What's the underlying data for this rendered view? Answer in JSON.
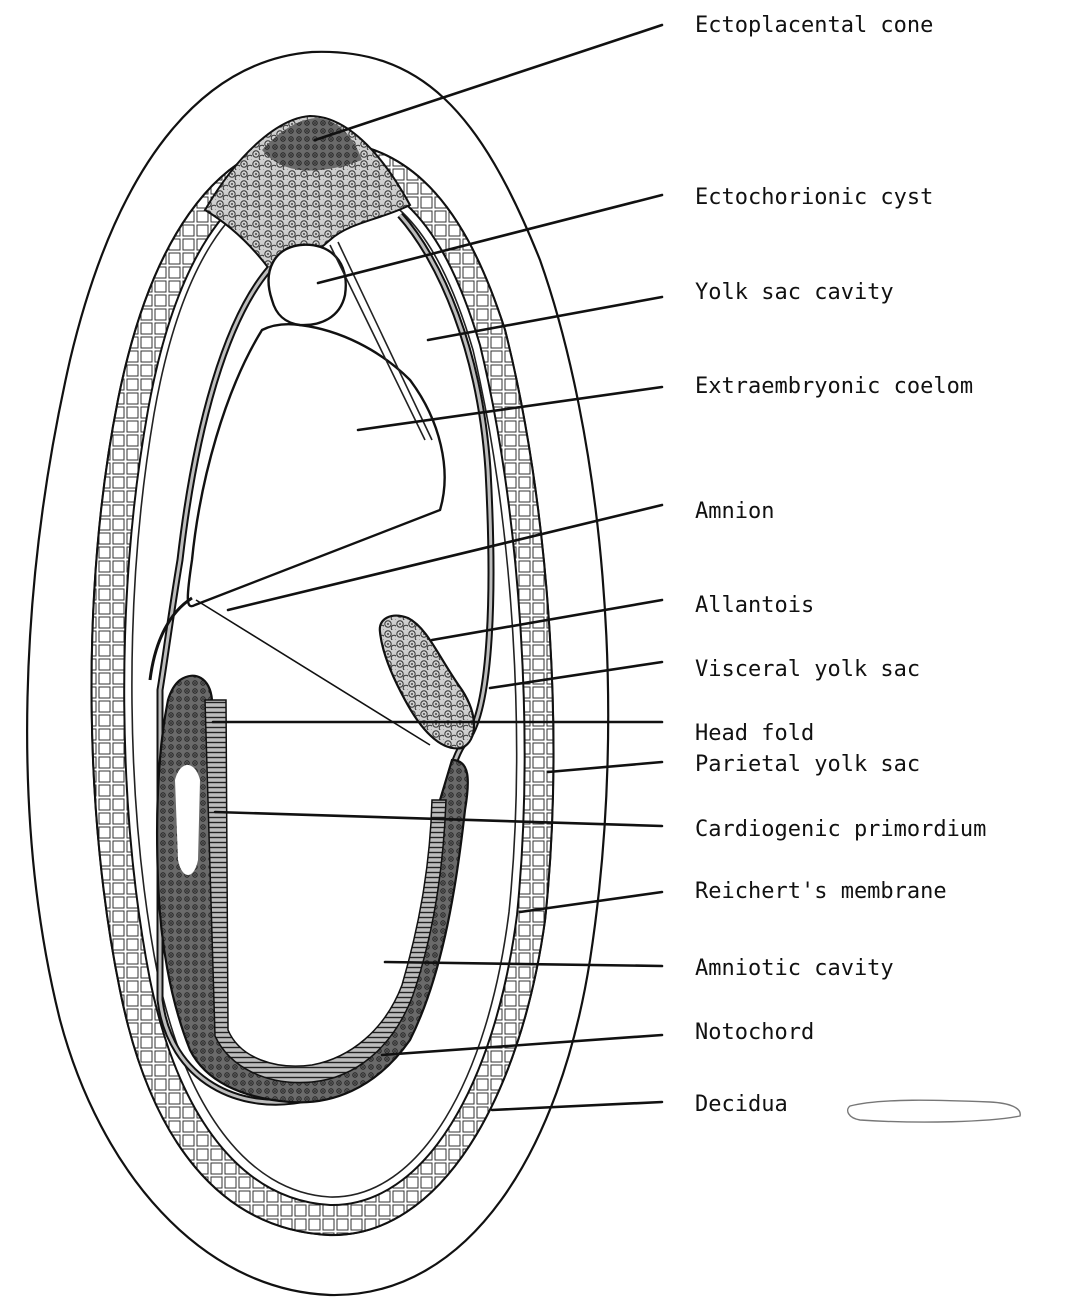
{
  "diagram": {
    "labels": [
      {
        "key": "ectoplacental_cone",
        "text": "Ectoplacental cone"
      },
      {
        "key": "ectochorionic_cyst",
        "text": "Ectochorionic cyst"
      },
      {
        "key": "yolk_sac_cavity",
        "text": "Yolk sac cavity"
      },
      {
        "key": "extraembryonic_coelom",
        "text": "Extraembryonic coelom"
      },
      {
        "key": "amnion",
        "text": "Amnion"
      },
      {
        "key": "allantois",
        "text": "Allantois"
      },
      {
        "key": "visceral_yolk_sac",
        "text": "Visceral yolk sac"
      },
      {
        "key": "head_fold",
        "text": "Head fold"
      },
      {
        "key": "parietal_yolk_sac",
        "text": "Parietal yolk sac"
      },
      {
        "key": "cardiogenic_primordium",
        "text": "Cardiogenic primordium"
      },
      {
        "key": "reicherts_membrane",
        "text": "Reichert's membrane"
      },
      {
        "key": "amniotic_cavity",
        "text": "Amniotic cavity"
      },
      {
        "key": "notochord",
        "text": "Notochord"
      },
      {
        "key": "decidua",
        "text": "Decidua"
      }
    ]
  },
  "colors": {
    "ink": "#111111",
    "tissue_dark": "#3a3a3a",
    "tissue_mid": "#8a8a8a",
    "paper": "#ffffff"
  }
}
